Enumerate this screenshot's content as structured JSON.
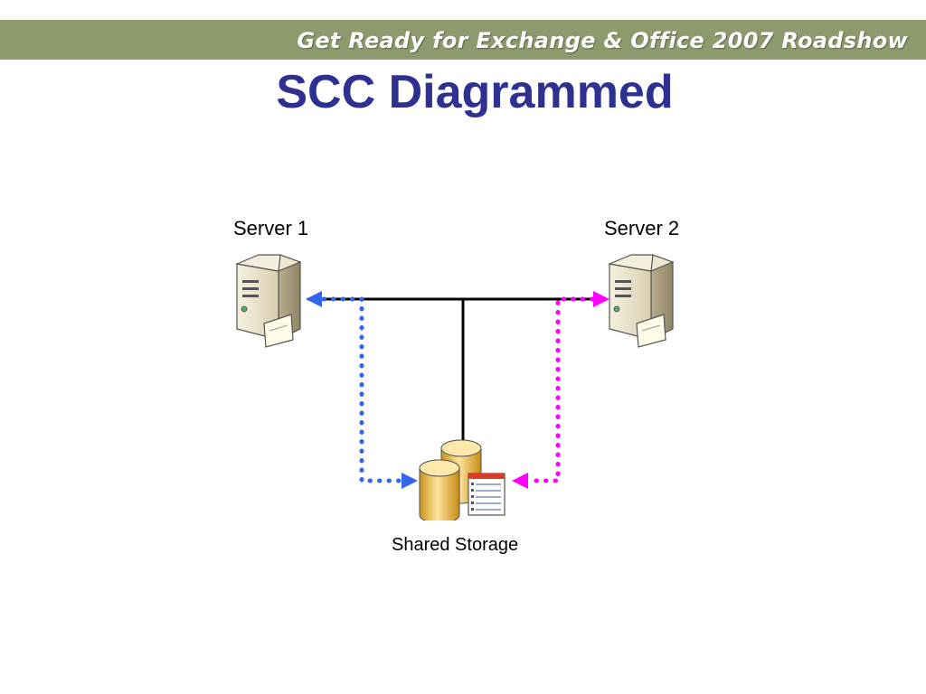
{
  "header": {
    "banner_text": "Get Ready for Exchange & Office 2007 Roadshow",
    "bar_color": "#8d9a6d"
  },
  "slide": {
    "title": "SCC Diagrammed",
    "title_color": "#2e3192"
  },
  "diagram": {
    "nodes": {
      "server1": {
        "label": "Server 1",
        "icon": "server-tower-icon"
      },
      "server2": {
        "label": "Server 2",
        "icon": "server-tower-icon"
      },
      "storage": {
        "label": "Shared Storage",
        "icon": "database-icon"
      }
    },
    "links": {
      "server1_storage_color": "#3366ee",
      "server2_storage_color": "#ff00ff",
      "bus_color": "#000000"
    }
  }
}
